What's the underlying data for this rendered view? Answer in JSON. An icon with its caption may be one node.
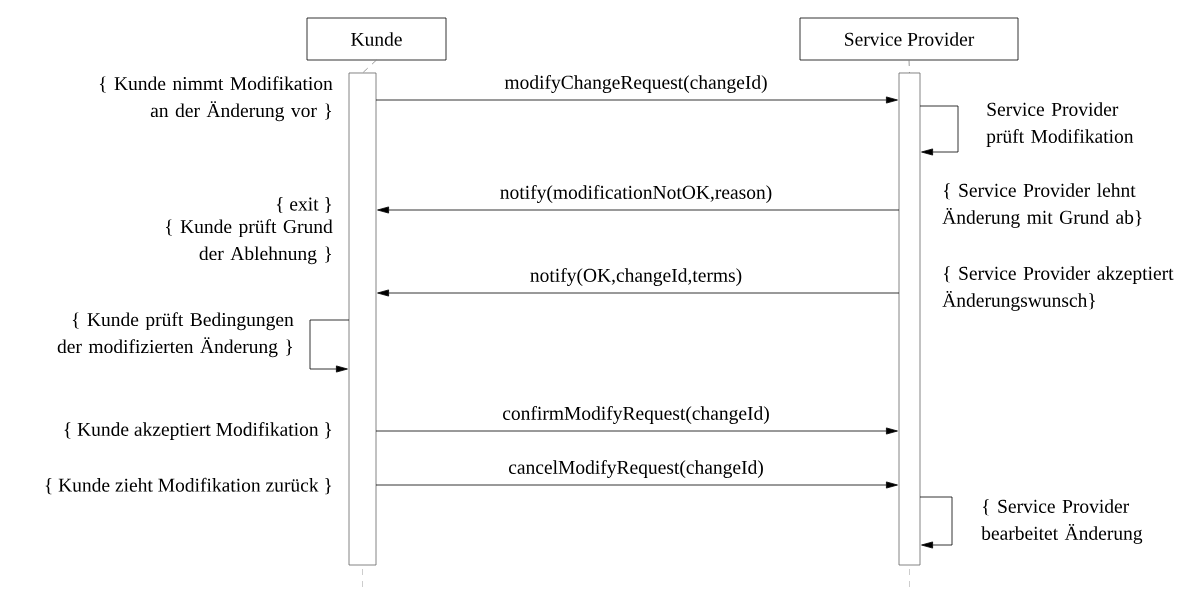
{
  "diagram": {
    "nodes": [
      {
        "text": [
          "Kunde"
        ]
      },
      {
        "text": [
          "Service Provider"
        ]
      },
      {
        "text": [],
        "shape": "bar"
      },
      {
        "text": [],
        "shape": "bar"
      }
    ],
    "edges": [
      {
        "from": 0,
        "to": 2,
        "arrow": "none",
        "style": "dashed",
        "color": "#808080"
      },
      {
        "from": 1,
        "to": 3,
        "arrow": "none",
        "style": "dashed",
        "color": "#808080"
      },
      {
        "from": 2,
        "to": 3,
        "arrow": "to",
        "label": "modifyChangeRequest(changeId)"
      },
      {
        "from": 3,
        "to": 3,
        "arrow": "to"
      },
      {
        "from": 3,
        "to": 2,
        "arrow": "to",
        "label": "notify(modificationNotOK,reason)"
      },
      {
        "from": 3,
        "to": 2,
        "arrow": "to",
        "label": "notify(OK,changeId,terms)"
      },
      {
        "from": 2,
        "to": 2,
        "arrow": "to"
      },
      {
        "from": 2,
        "to": 3,
        "arrow": "to",
        "label": "confirmModifyRequest(changeId)"
      },
      {
        "from": 2,
        "to": 3,
        "arrow": "to",
        "label": "cancelModifyRequest(changeId)"
      },
      {
        "from": 3,
        "to": 3,
        "arrow": "to"
      }
    ],
    "labels": [
      "{ Kunde nimmt Modifikation an der Änderung vor }",
      "Service Provider prüft Modifikation",
      "{ exit }",
      "{ Kunde prüft Grund der Ablehnung }",
      "{ Service Provider lehnt Änderung mit Grund ab}",
      "{ Service Provider akzeptiert Änderungswunsch}",
      "{ Kunde prüft Bedingungen der modifizierten Änderung }",
      "{ Kunde akzeptiert Modifikation }",
      "{ Kunde zieht Modifikation zurück }",
      "{ Service Provider bearbeitet Änderung"
    ]
  }
}
